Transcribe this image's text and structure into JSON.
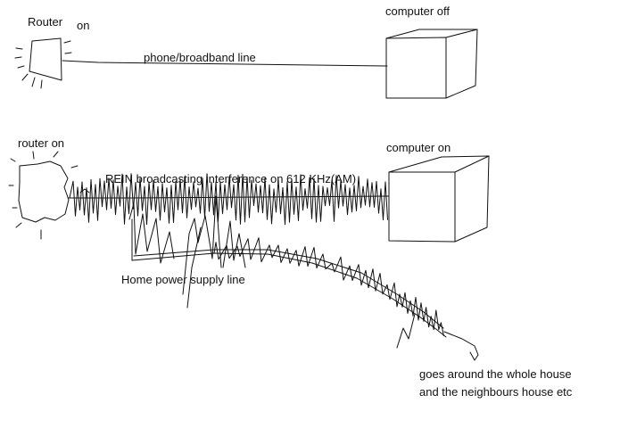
{
  "scene1": {
    "router_label": "Router",
    "router_state": "on",
    "line_label": "phone/broadband line",
    "computer_label": "computer off"
  },
  "scene2": {
    "router_label": "router on",
    "computer_label": "computer on",
    "interference_label": "REIN broadcasting interference on 612 KHz(AM)",
    "power_line_label": "Home power supply line",
    "note_line1": "goes around the whole house",
    "note_line2": "and the neighbours house etc"
  },
  "colors": {
    "ink": "#111111",
    "background": "#ffffff"
  }
}
